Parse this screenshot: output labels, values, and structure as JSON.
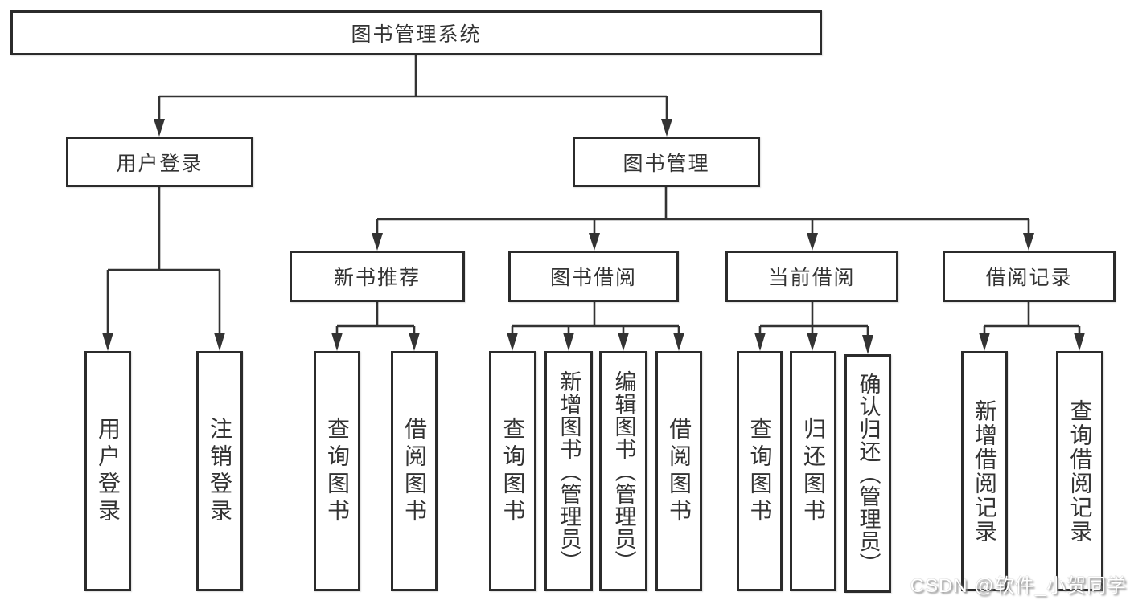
{
  "diagram": {
    "title": "图书管理系统",
    "watermark": "CSDN @软件_小贺同学",
    "colors": {
      "line": "#333333",
      "box_border": "#2b2b2b",
      "text": "#333333",
      "background": "#ffffff",
      "watermark_text": "#ffffff",
      "watermark_shadow": "#8a8a8a"
    },
    "tree": {
      "label": "图书管理系统",
      "children": [
        {
          "label": "用户登录",
          "children": [
            {
              "label": "用户登录"
            },
            {
              "label": "注销登录"
            }
          ]
        },
        {
          "label": "图书管理",
          "children": [
            {
              "label": "新书推荐",
              "children": [
                {
                  "label": "查询图书"
                },
                {
                  "label": "借阅图书"
                }
              ]
            },
            {
              "label": "图书借阅",
              "children": [
                {
                  "label": "查询图书"
                },
                {
                  "label": "新增图书（管理员）"
                },
                {
                  "label": "编辑图书（管理员）"
                },
                {
                  "label": "借阅图书"
                }
              ]
            },
            {
              "label": "当前借阅",
              "children": [
                {
                  "label": "查询图书"
                },
                {
                  "label": "归还图书"
                },
                {
                  "label": "确认归还（管理员）"
                }
              ]
            },
            {
              "label": "借阅记录",
              "children": [
                {
                  "label": "新增借阅记录"
                },
                {
                  "label": "查询借阅记录"
                }
              ]
            }
          ]
        }
      ]
    }
  }
}
